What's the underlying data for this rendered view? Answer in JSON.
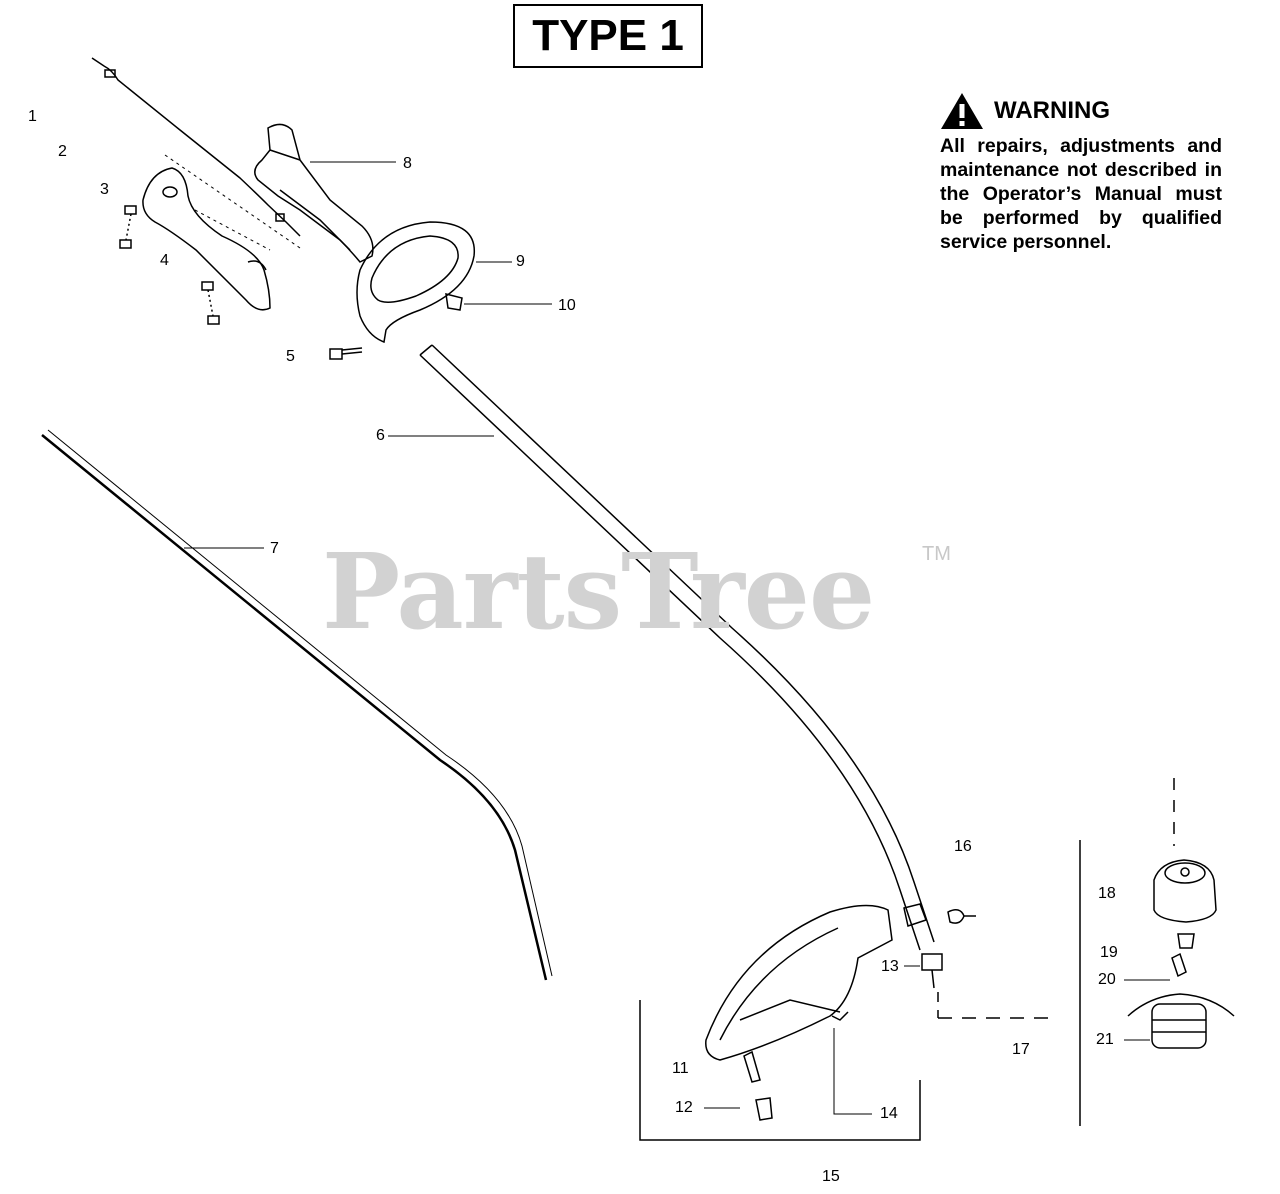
{
  "header": {
    "type_label": "TYPE 1"
  },
  "warning": {
    "title": "WARNING",
    "text": "All repairs, adjustments and maintenance not described in the Operator’s Manual must be performed by qualified service personnel."
  },
  "watermark": {
    "brand": "PartsTree",
    "trademark": "TM"
  },
  "callouts": [
    "1",
    "2",
    "3",
    "4",
    "5",
    "6",
    "7",
    "8",
    "9",
    "10",
    "11",
    "12",
    "13",
    "14",
    "16",
    "17",
    "18",
    "19",
    "20",
    "21"
  ],
  "page_number": "15"
}
